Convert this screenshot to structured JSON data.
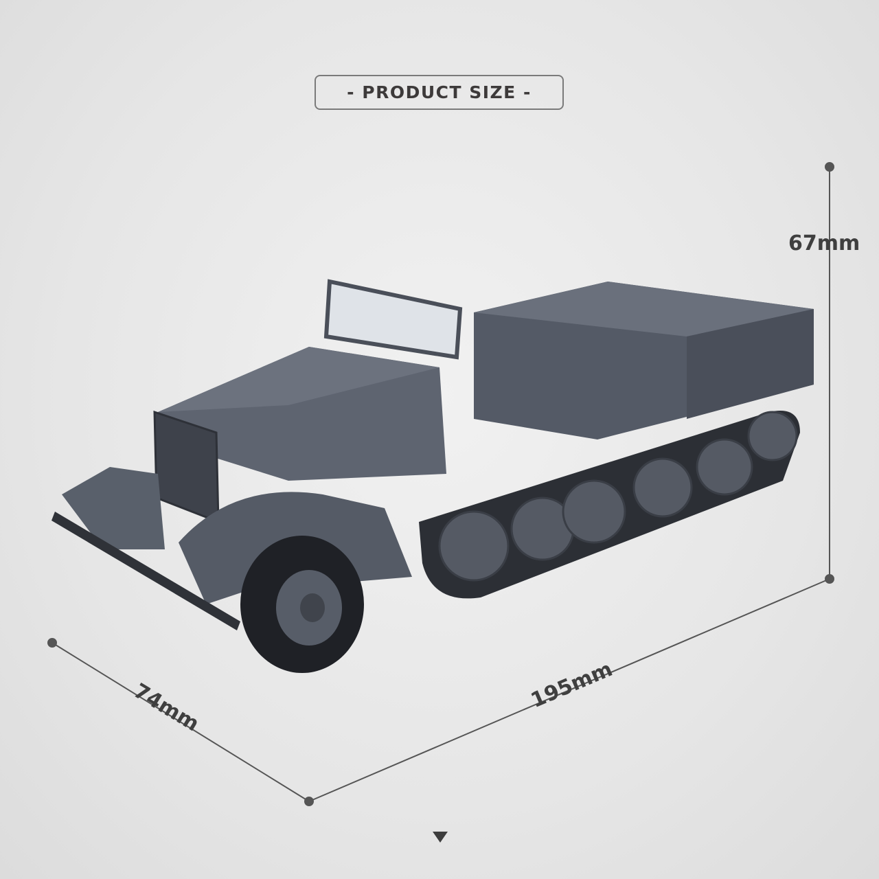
{
  "header": {
    "title": "- PRODUCT SIZE -"
  },
  "dimensions": {
    "height": "67mm",
    "width": "74mm",
    "length": "195mm"
  },
  "colors": {
    "vehicle": "#565c68",
    "text": "#3d3a3a",
    "lines": "#555555"
  },
  "icons": {
    "scroll": "triangle-down-icon"
  }
}
